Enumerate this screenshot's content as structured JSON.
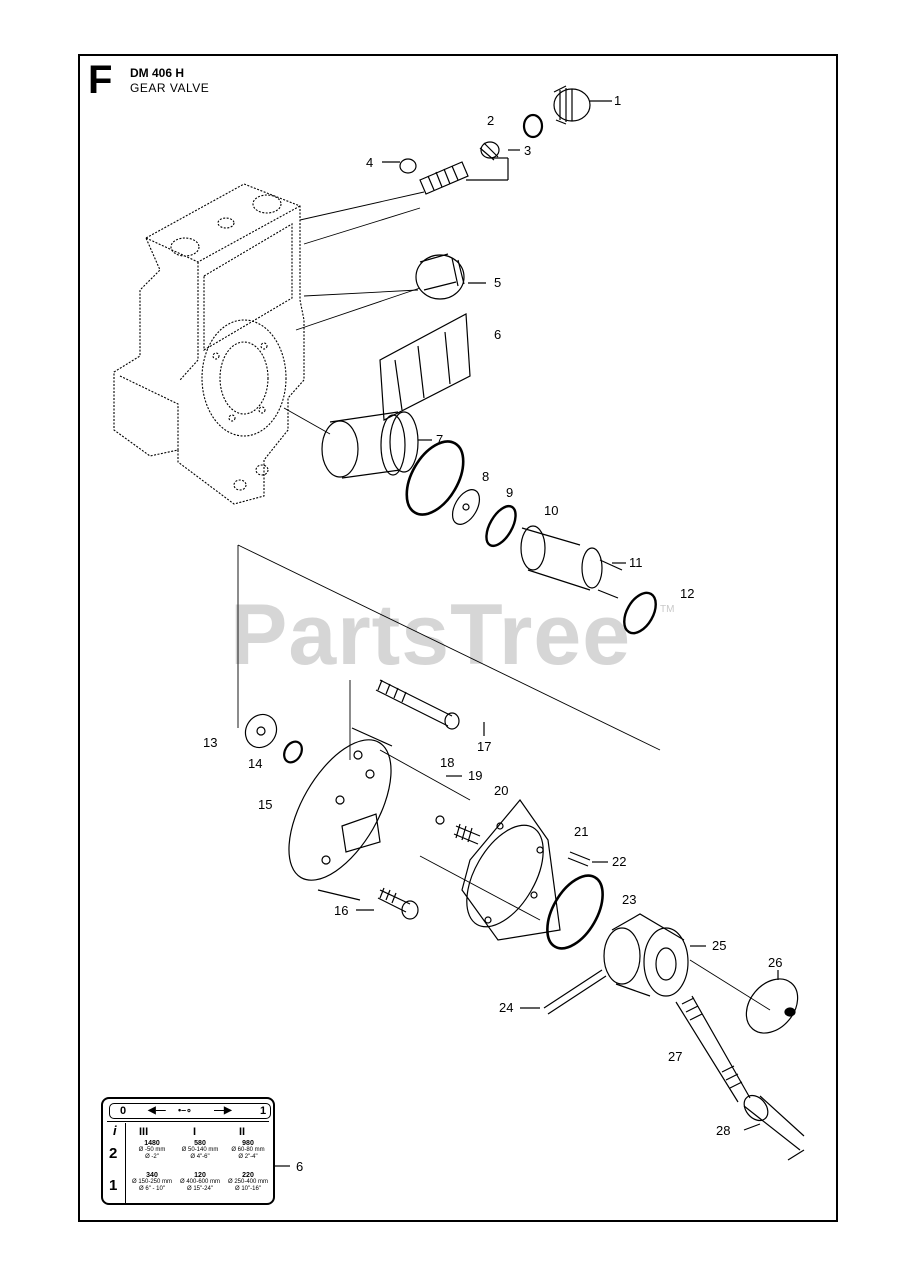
{
  "header": {
    "section_letter": "F",
    "model": "DM 406 H",
    "title": "GEAR VALVE"
  },
  "watermark": {
    "text": "PartsTree",
    "tm": "TM"
  },
  "callouts": [
    "1",
    "2",
    "3",
    "4",
    "5",
    "6",
    "7",
    "8",
    "9",
    "10",
    "11",
    "12",
    "13",
    "14",
    "15",
    "16",
    "17",
    "18",
    "19",
    "20",
    "21",
    "22",
    "23",
    "24",
    "25",
    "26",
    "27",
    "28",
    "6"
  ],
  "decal": {
    "row0_left": "0",
    "row0_right": "1",
    "header_icon": "i",
    "romans": [
      "III",
      "I",
      "II"
    ],
    "gears": [
      "2",
      "1"
    ],
    "row2": [
      {
        "rpm": "1480",
        "dia": "Ø -50 mm",
        "inch": "Ø -2\""
      },
      {
        "rpm": "580",
        "dia": "Ø 50-140 mm",
        "inch": "Ø 4\"-6\""
      },
      {
        "rpm": "980",
        "dia": "Ø 60-80 mm",
        "inch": "Ø 2\"-4\""
      }
    ],
    "row1": [
      {
        "rpm": "340",
        "dia": "Ø 150-250 mm",
        "inch": "Ø 6\" - 10\""
      },
      {
        "rpm": "120",
        "dia": "Ø 400-600 mm",
        "inch": "Ø 15\"-24\""
      },
      {
        "rpm": "220",
        "dia": "Ø 250-400 mm",
        "inch": "Ø 10\"-16\""
      }
    ]
  }
}
